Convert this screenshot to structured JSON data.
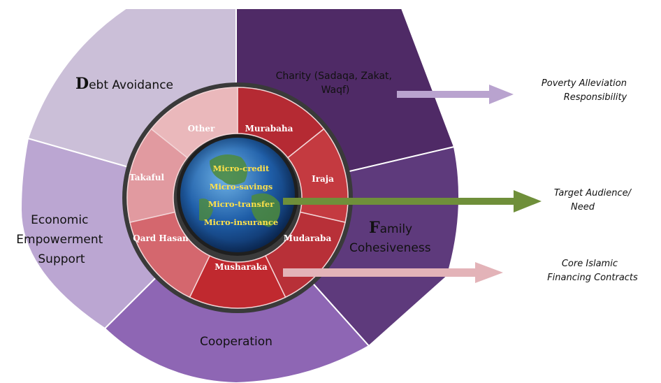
{
  "outer_ring": [
    {
      "key": "charity",
      "lines": [
        "Charity (Sadaqa, Zakat,",
        "Waqf)"
      ],
      "color": "#4f2a66"
    },
    {
      "key": "family",
      "initial": "F",
      "rest": "amily",
      "line2": "Cohesiveness",
      "color": "#5e3a7c"
    },
    {
      "key": "cooperation",
      "lines": [
        "Cooperation"
      ],
      "color": "#8e66b4"
    },
    {
      "key": "economic",
      "lines": [
        "Economic",
        "Empowerment",
        "Support"
      ],
      "color": "#bba6d2"
    },
    {
      "key": "debt",
      "initial": "D",
      "rest": "ebt Avoidance",
      "color": "#cbbfd8"
    }
  ],
  "middle_ring": [
    "Murabaha",
    "Iraja",
    "Mudaraba",
    "Musharaka",
    "Qard Hasan",
    "Takaful",
    "Other"
  ],
  "core": [
    "Micro-credit",
    "Micro-savings",
    "Micro-transfer",
    "Micro-insurance"
  ],
  "arrows": [
    {
      "key": "poverty",
      "lines": [
        "Poverty Alleviation",
        "Responsibility"
      ],
      "color": "#b9a3cf"
    },
    {
      "key": "target",
      "lines": [
        "Target Audience/",
        "Need"
      ],
      "color": "#6f8f3a"
    },
    {
      "key": "core-islamic",
      "lines": [
        "Core Islamic",
        "Financing Contracts"
      ],
      "color": "#e3b3b8"
    }
  ]
}
